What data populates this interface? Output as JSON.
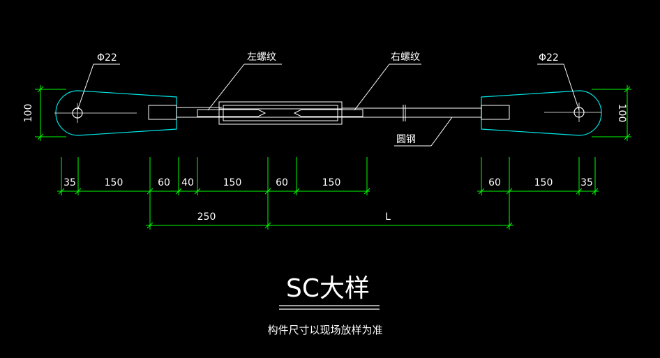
{
  "colors": {
    "background": "#000000",
    "part_outline": "#00e6e6",
    "dimension": "#00ff00",
    "rod": "#ffffff",
    "text": "#ffffff"
  },
  "labels": {
    "left_hole": "Φ22",
    "right_hole": "Φ22",
    "left_thread": "左螺纹",
    "right_thread": "右螺纹",
    "round_steel": "圆钢"
  },
  "dimensions": {
    "left_height": "100",
    "right_height": "100",
    "row1": [
      "35",
      "150",
      "60",
      "40",
      "150",
      "60",
      "150"
    ],
    "row1_right": [
      "60",
      "150",
      "35"
    ],
    "row2": [
      "250",
      "L"
    ]
  },
  "title": {
    "main": "SC大样",
    "note": "构件尺寸以现场放样为准"
  }
}
